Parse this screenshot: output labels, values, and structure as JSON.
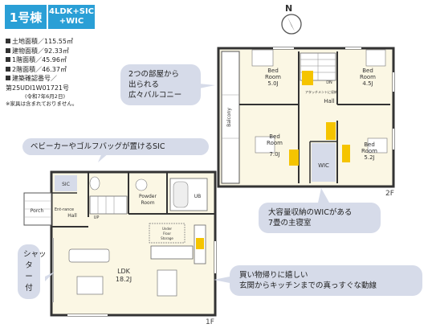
{
  "header": {
    "building": "1号棟",
    "type_line1": "4LDK+SIC",
    "type_line2": "+WIC"
  },
  "specs": [
    "土地面積／115.55㎡",
    "建物面積／92.33㎡",
    "1階面積／45.96㎡",
    "2階面積／46.37㎡",
    "建築確認番号／",
    "第25UDI1W01721号",
    "(令和7年6月2日)",
    "※家具は含まれておりません。"
  ],
  "compass": "N",
  "callouts": {
    "balcony": [
      "2つの部屋から",
      "出られる",
      "広々バルコニー"
    ],
    "sic": "ベビーカーやゴルフバッグが置けるSIC",
    "shutter": [
      "シャッ",
      "タ",
      "ー",
      "付"
    ],
    "wic": [
      "大容量収納のWICがある",
      "7畳の主寝室"
    ],
    "kitchen": [
      "買い物帰りに嬉しい",
      "玄関からキッチンまでの真っすぐな動線"
    ]
  },
  "floor2": {
    "label": "2F",
    "rooms": {
      "bed_a": [
        "Bed",
        "Room",
        "5.0J"
      ],
      "bed_b": [
        "Bed",
        "Room",
        "4.5J"
      ],
      "bed_c": [
        "Bed",
        "Room",
        "7.0J"
      ],
      "bed_d": [
        "Bed",
        "Room",
        "5.2J"
      ],
      "balcony": "Balcony",
      "hall": "Hall",
      "wic": "WIC",
      "dn": "DN",
      "storage": "アタッチメントに収納"
    }
  },
  "floor1": {
    "label": "1F",
    "rooms": {
      "sic": "SIC",
      "entrance": "Ent-rance",
      "porch": "Porch",
      "hall": "Hall",
      "powder": [
        "Powder",
        "Room"
      ],
      "ub": "UB",
      "ldk": [
        "LDK",
        "18.2J"
      ],
      "up": "UP",
      "under_floor": [
        "Under",
        "Floor",
        "Storage"
      ]
    }
  }
}
